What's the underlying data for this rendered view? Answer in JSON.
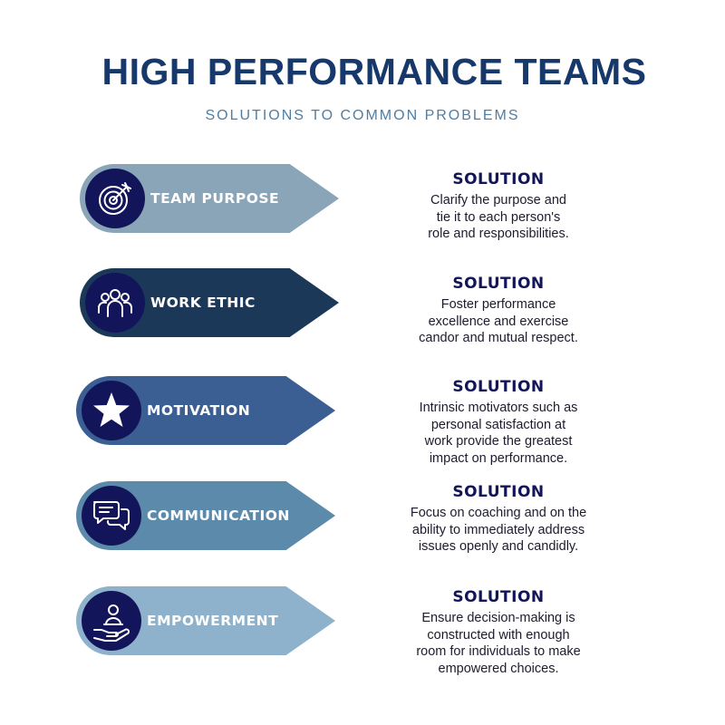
{
  "header": {
    "title": "HIGH PERFORMANCE TEAMS",
    "subtitle": "SOLUTIONS TO COMMON PROBLEMS"
  },
  "colors": {
    "title": "#17386b",
    "subtitle": "#4f7ea3",
    "badge": "#13155a",
    "solution_heading": "#13155a"
  },
  "items": [
    {
      "label": "TEAM PURPOSE",
      "icon": "target-icon",
      "color": "#8aa4b8",
      "solution_heading": "SOLUTION",
      "solution_lines": [
        "Clarify the purpose and",
        "tie it to each person's",
        "role and responsibilities."
      ]
    },
    {
      "label": "WORK ETHIC",
      "icon": "team-icon",
      "color": "#1b3858",
      "solution_heading": "SOLUTION",
      "solution_lines": [
        "Foster performance",
        "excellence and exercise",
        "candor and mutual respect."
      ]
    },
    {
      "label": "MOTIVATION",
      "icon": "star-icon",
      "color": "#3b5e93",
      "solution_heading": "SOLUTION",
      "solution_lines": [
        "Intrinsic motivators such as",
        "personal satisfaction at",
        "work provide the greatest",
        "impact on performance."
      ]
    },
    {
      "label": "COMMUNICATION",
      "icon": "chat-icon",
      "color": "#5b8aab",
      "solution_heading": "SOLUTION",
      "solution_lines": [
        "Focus on coaching and on the",
        "ability to immediately address",
        "issues openly and candidly."
      ]
    },
    {
      "label": "EMPOWERMENT",
      "icon": "hand-person-icon",
      "color": "#8fb2cc",
      "solution_heading": "SOLUTION",
      "solution_lines": [
        "Ensure decision-making is",
        "constructed with enough",
        "room for individuals to make",
        "empowered choices."
      ]
    }
  ]
}
